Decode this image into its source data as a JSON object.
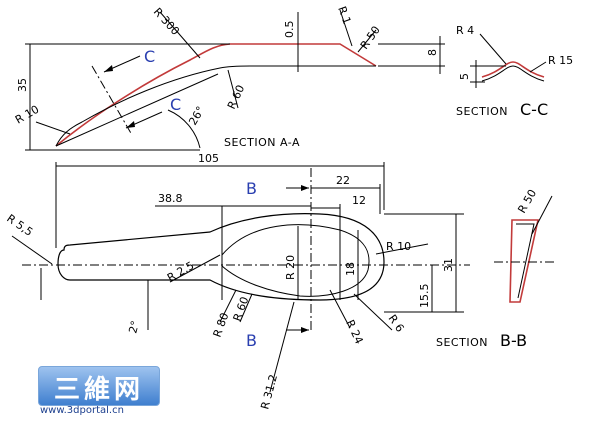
{
  "section_aa": {
    "label": "SECTION A-A",
    "dims": {
      "r300": "R 300",
      "r05": "0.5",
      "r1": "R 1",
      "r50": "R 50",
      "d8": "8",
      "d35": "35",
      "r10": "R 10",
      "r60": "R 60",
      "a26": "26°",
      "cut_c": "C"
    }
  },
  "section_cc": {
    "label": "SECTION",
    "letter": "C-C",
    "dims": {
      "r4": "R 4",
      "r15": "R 15",
      "d5": "5"
    }
  },
  "plan": {
    "dims": {
      "d105": "105",
      "d22": "22",
      "d388": "38.8",
      "d12": "12",
      "cut_b": "B",
      "r55": "R 5,5",
      "r25": "R 2.5",
      "r20": "R 20",
      "d18": "18",
      "r10": "R 10",
      "d155": "15.5",
      "d31": "31",
      "a2": "2°",
      "r80": "R 80",
      "r60": "R 60",
      "r24": "R 24",
      "r6": "R 6",
      "r312": "R 31.2"
    }
  },
  "section_bb": {
    "label": "SECTION",
    "letter": "B-B",
    "dims": {
      "r50": "R 50"
    }
  },
  "watermark": {
    "logo_text": "三維网",
    "url": "www.3dportal.cn"
  }
}
